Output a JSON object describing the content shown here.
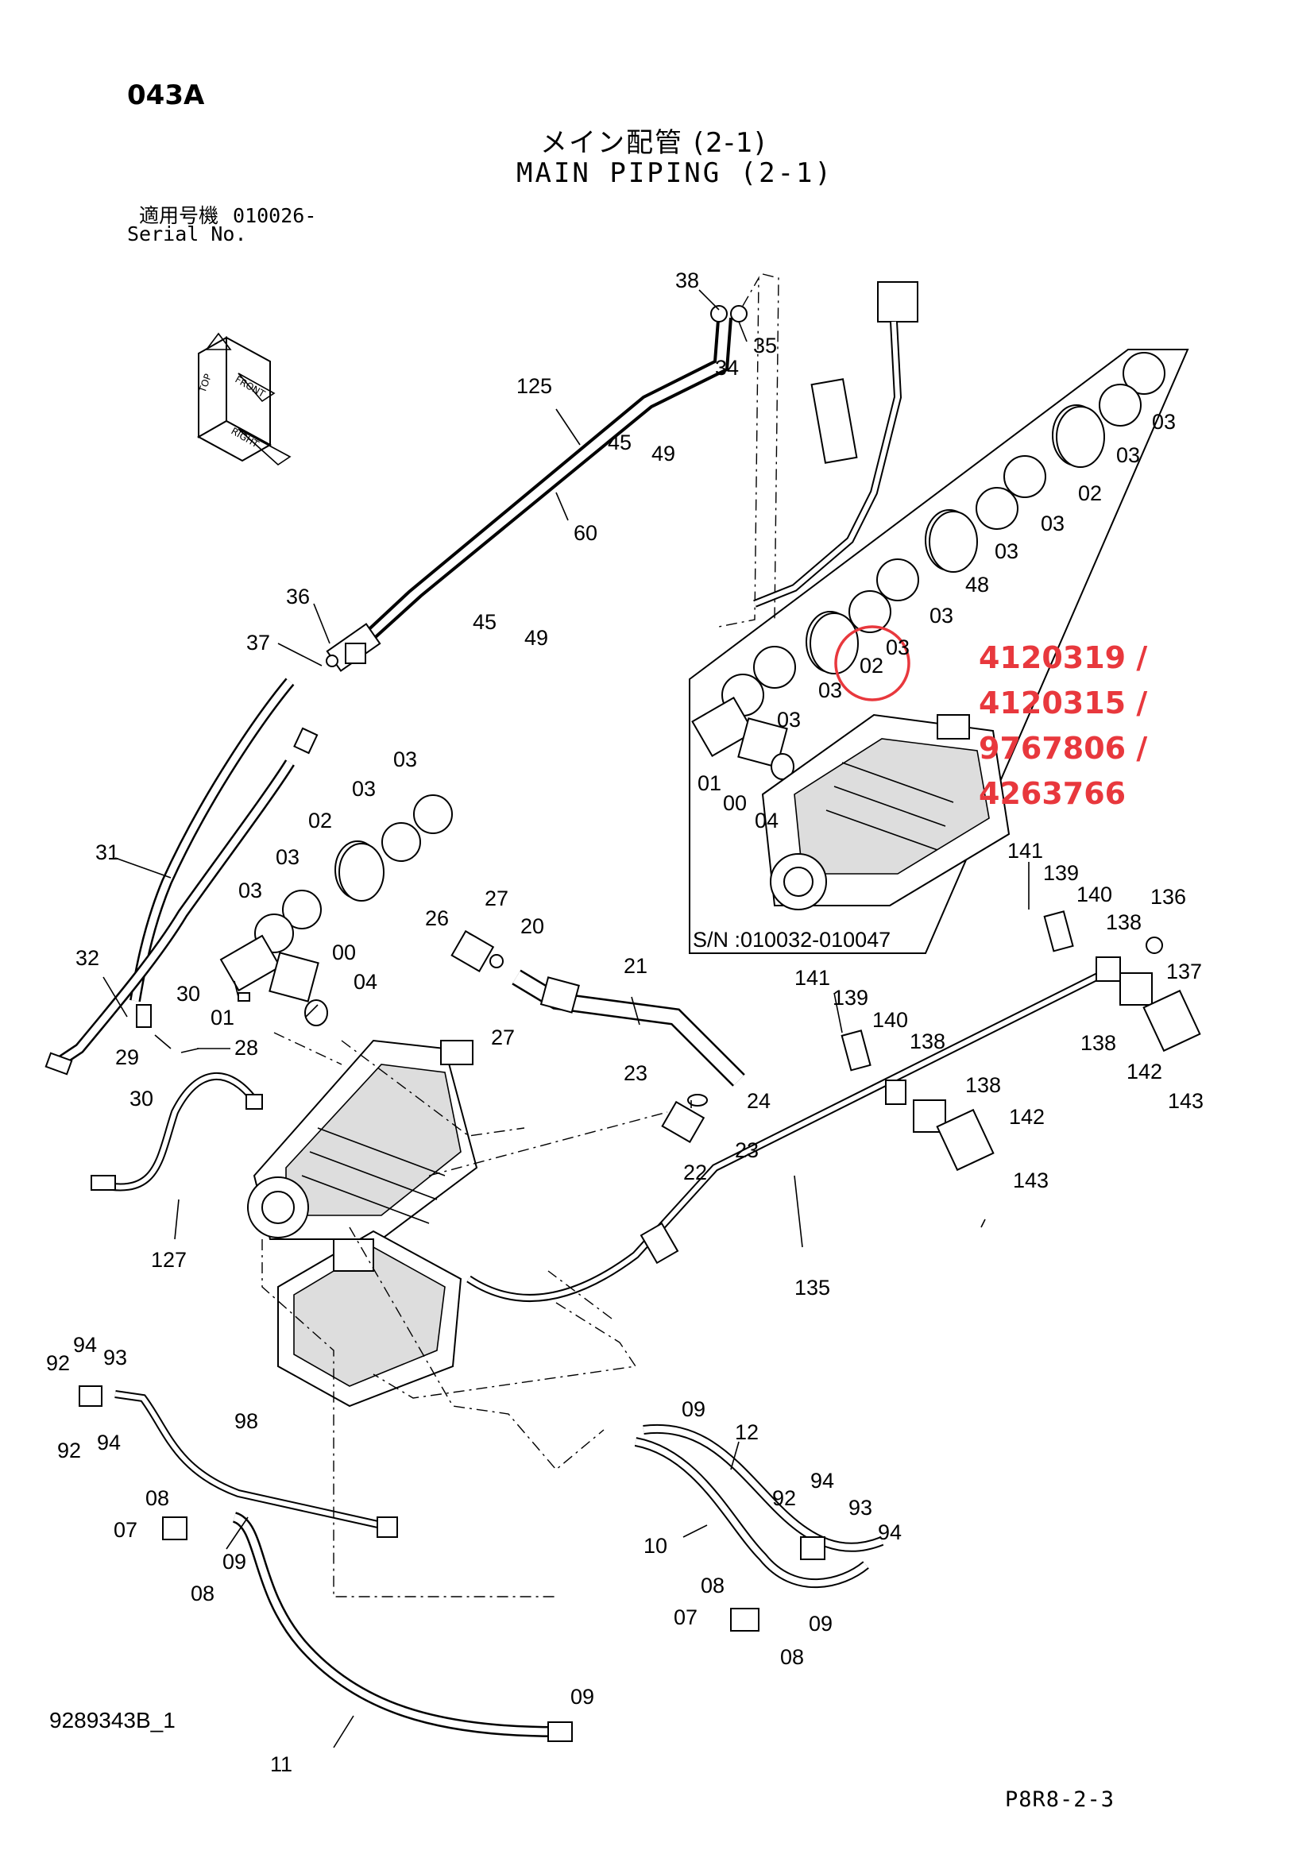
{
  "header": {
    "page_code": "043A",
    "title_jp": "メイン配管 (2-1)",
    "title_en": "MAIN PIPING (2-1)",
    "serial_label_jp": "適用号機",
    "serial_value": "010026-",
    "serial_label_en": "Serial No."
  },
  "highlight": {
    "circled_part": "02",
    "part_numbers": [
      "4120319 /",
      "4120315 /",
      "9767806 /",
      "4263766"
    ],
    "color": "#e8383d"
  },
  "inset": {
    "sn_range": "S/N :010032-010047"
  },
  "callouts": {
    "c38": "38",
    "c35": "35",
    "c34": "34",
    "c125": "125",
    "c45a": "45",
    "c49a": "49",
    "c60": "60",
    "c45b": "45",
    "c49b": "49",
    "c36": "36",
    "c37": "37",
    "i03a": "03",
    "i03b": "03",
    "i02a": "02",
    "i03c": "03",
    "i03d": "03",
    "i48": "48",
    "i03e": "03",
    "i02b": "02",
    "i03f": "03",
    "i03g": "03",
    "i03h": "03",
    "i01": "01",
    "i00": "00",
    "i04": "04",
    "c03a": "03",
    "c03b": "03",
    "c02": "02",
    "c03c": "03",
    "c03d": "03",
    "c31": "31",
    "c32": "32",
    "c00": "00",
    "c04": "04",
    "c01": "01",
    "c30a": "30",
    "c29": "29",
    "c28": "28",
    "c30b": "30",
    "c27a": "27",
    "c26": "26",
    "c20": "20",
    "c27b": "27",
    "c21": "21",
    "c23a": "23",
    "c24": "24",
    "c22": "22",
    "c23b": "23",
    "c127": "127",
    "c135": "135",
    "c141a": "141",
    "c139a": "139",
    "c140a": "140",
    "c136": "136",
    "c138a": "138",
    "c137": "137",
    "c138b": "138",
    "c142a": "142",
    "c143a": "143",
    "c141b": "141",
    "c139b": "139",
    "c140b": "140",
    "c138c": "138",
    "c138d": "138",
    "c142b": "142",
    "c143b": "143",
    "c94a": "94",
    "c93a": "93",
    "c92a": "92",
    "c92b": "92",
    "c94b": "94",
    "c98": "98",
    "c08a": "08",
    "c07a": "07",
    "c09a": "09",
    "c08b": "08",
    "c11": "11",
    "c09b": "09",
    "c09c": "09",
    "c12": "12",
    "c10": "10",
    "c94c": "94",
    "c92c": "92",
    "c93b": "93",
    "c94d": "94",
    "c08c": "08",
    "c07b": "07",
    "c09d": "09",
    "c08d": "08"
  },
  "footer": {
    "drawing_no": "9289343B_1",
    "page_ref": "P8R8-2-3"
  }
}
